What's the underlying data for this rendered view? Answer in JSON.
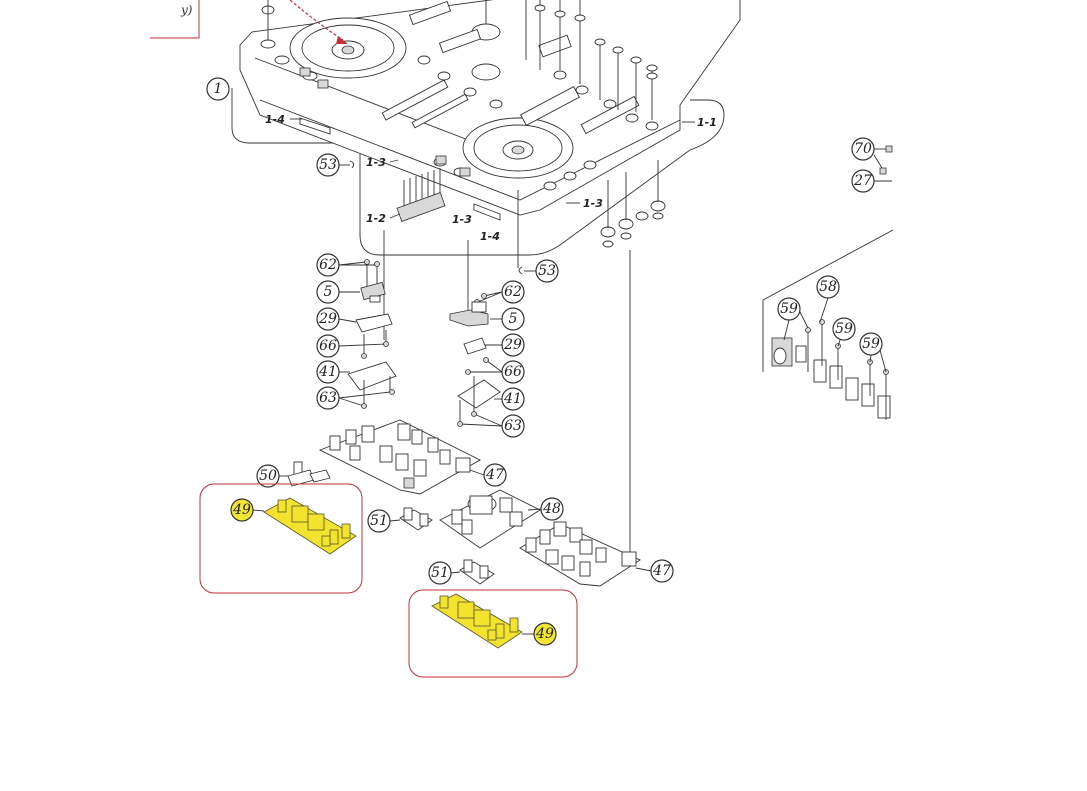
{
  "corner_note": "y)",
  "main_assembly": {
    "id": "1",
    "sub_parts": {
      "p1_1": "1-1",
      "p1_2": "1-2",
      "p1_3a": "1-3",
      "p1_3b": "1-3",
      "p1_3c": "1-3",
      "p1_4a": "1-4",
      "p1_4b": "1-4"
    }
  },
  "callouts": {
    "c53a": "53",
    "c53b": "53",
    "c62a": "62",
    "c5a": "5",
    "c29a": "29",
    "c66a": "66",
    "c41a": "41",
    "c63a": "63",
    "c62b": "62",
    "c5b": "5",
    "c29b": "29",
    "c66b": "66",
    "c41b": "41",
    "c63b": "63",
    "c50": "50",
    "c47a": "47",
    "c48": "48",
    "c51a": "51",
    "c51b": "51",
    "c47b": "47",
    "c49a": "49",
    "c49b": "49",
    "c70": "70",
    "c27": "27",
    "c58": "58",
    "c59a": "59",
    "c59b": "59",
    "c59c": "59"
  },
  "colors": {
    "highlight_fill": "#f2e534",
    "highlight_box": "#c0303a"
  }
}
